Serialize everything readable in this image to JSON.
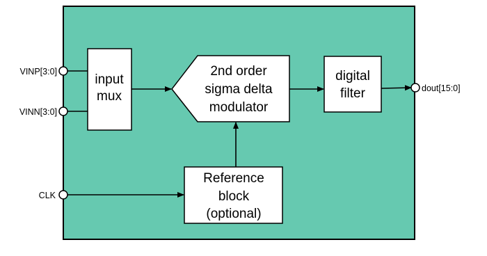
{
  "colors": {
    "chip_fill": "#66c9b0",
    "block_fill": "#ffffff",
    "stroke": "#000000"
  },
  "ports": {
    "vinp": "VINP[3:0]",
    "vinn": "VINN[3:0]",
    "clk": "CLK",
    "dout": "dout[15:0]"
  },
  "blocks": {
    "input_mux": [
      "input",
      "mux"
    ],
    "modulator": [
      "2nd order",
      "sigma delta",
      "modulator"
    ],
    "digital_filter": [
      "digital",
      "filter"
    ],
    "reference": [
      "Reference",
      "block",
      "(optional)"
    ]
  }
}
